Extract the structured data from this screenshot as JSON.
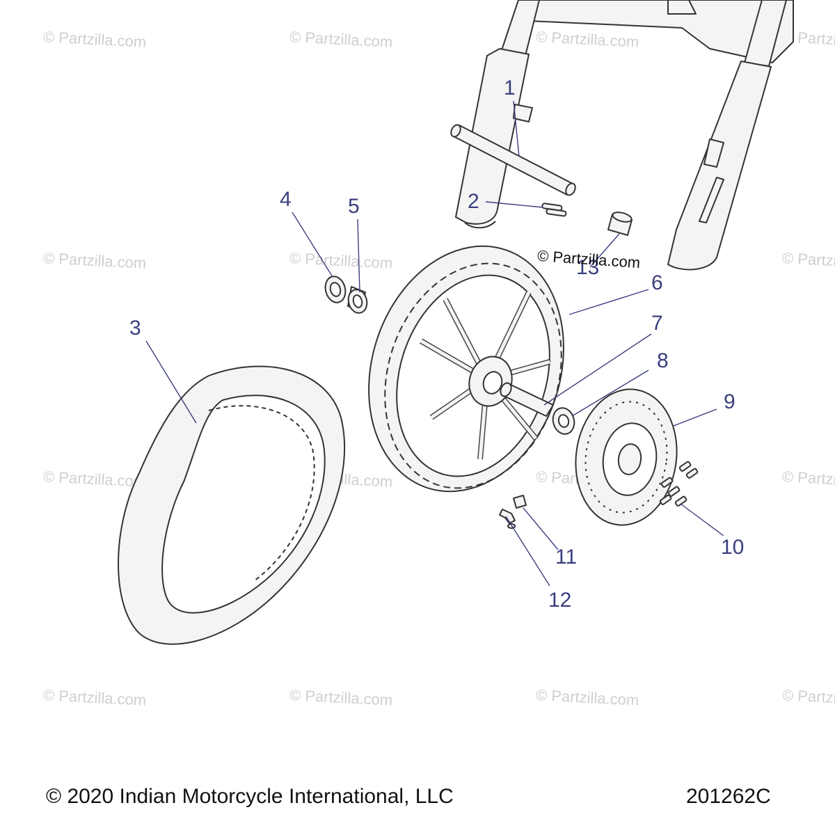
{
  "watermark": {
    "text": "© Partzilla.com",
    "strong_text": "© Partzilla.com"
  },
  "callouts": [
    "1",
    "2",
    "3",
    "4",
    "5",
    "6",
    "7",
    "8",
    "9",
    "10",
    "11",
    "12",
    "13"
  ],
  "footer": {
    "copyright": "© 2020 Indian Motorcycle International, LLC",
    "diagram_id": "201262C"
  },
  "colors": {
    "callout": "#3a3e7e",
    "leader": "#3a3e7e",
    "part_line": "#333333",
    "part_fill": "#f2f2f2",
    "watermark": "#cfcfcf"
  }
}
